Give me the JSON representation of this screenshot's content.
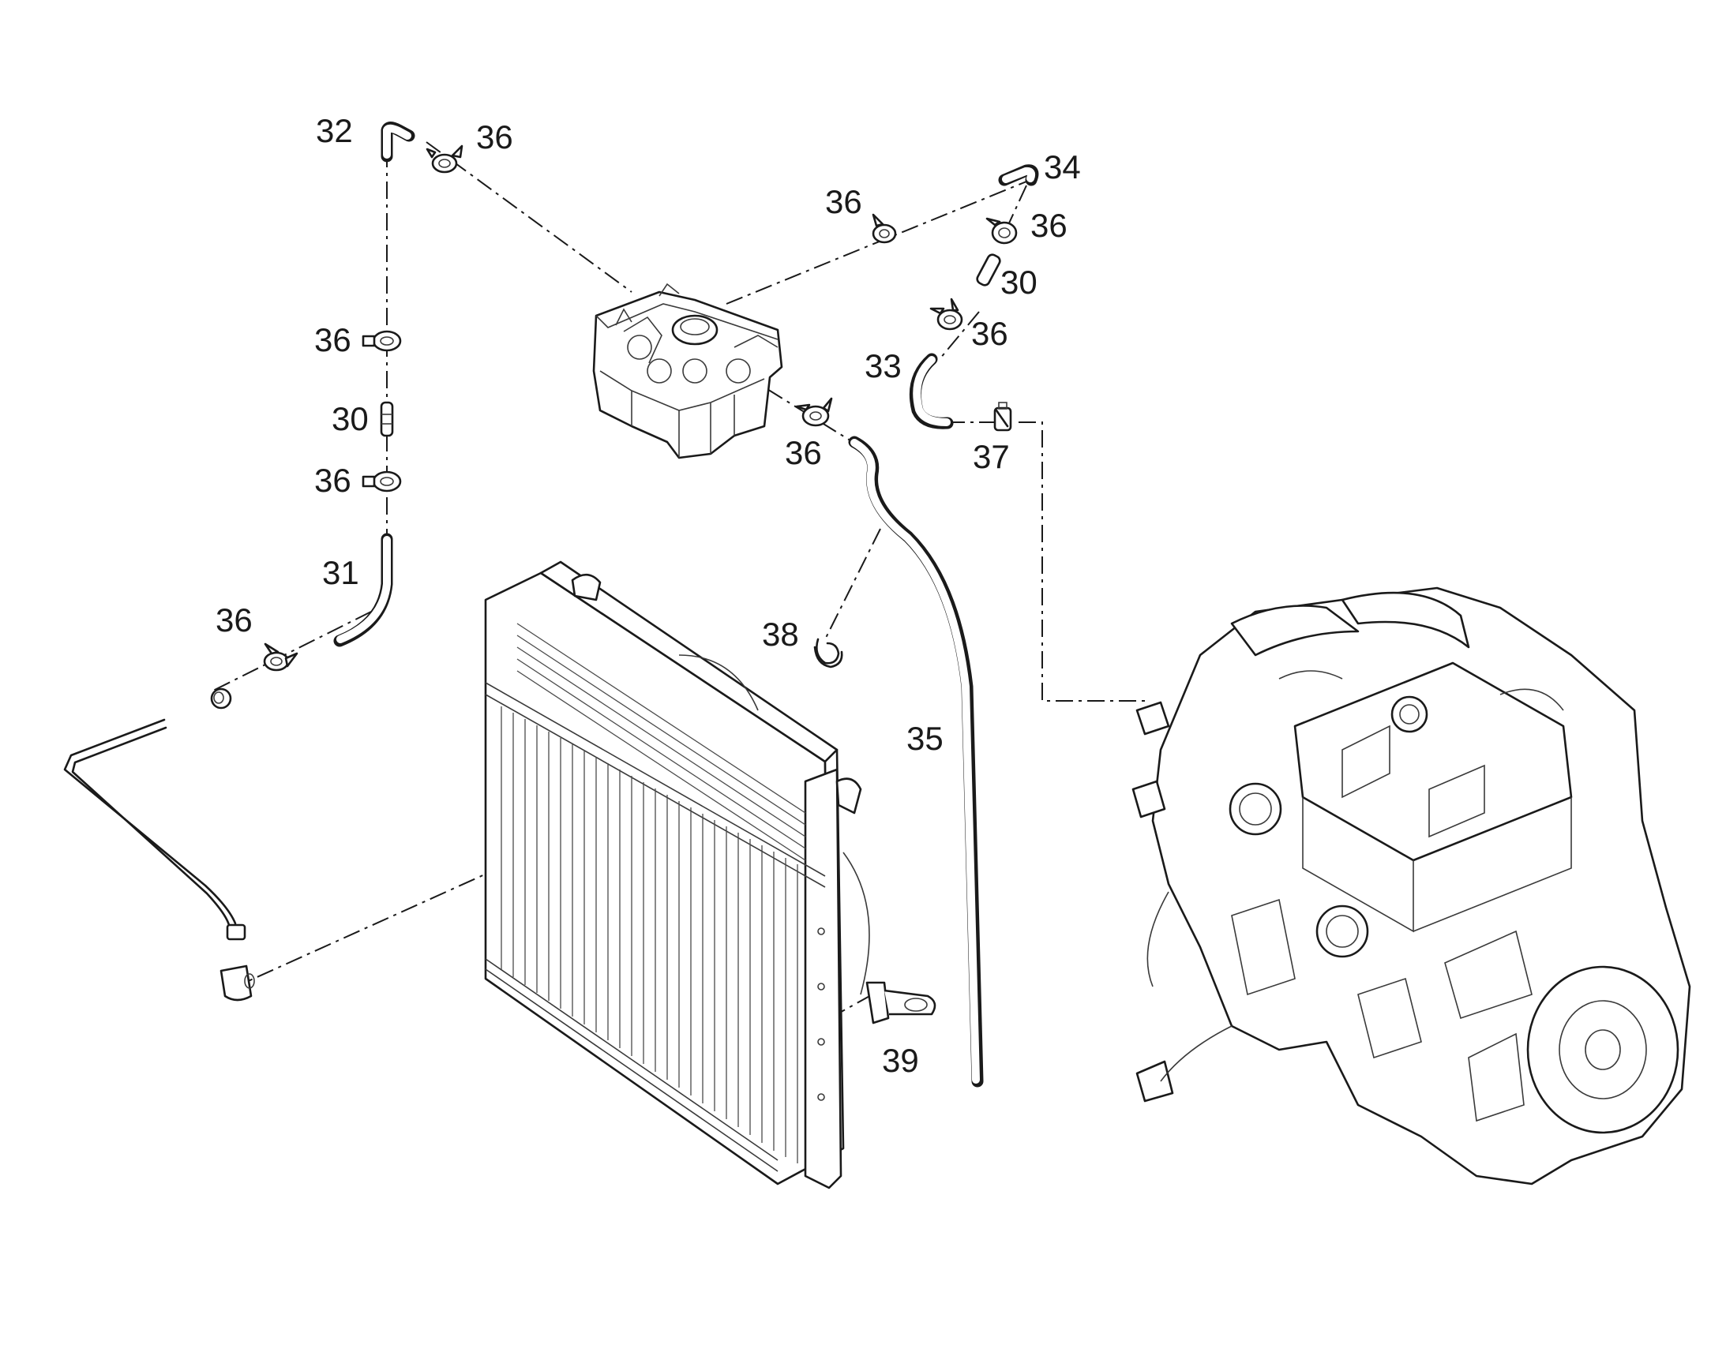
{
  "diagram": {
    "callouts": [
      {
        "id": "c32a",
        "text": "32"
      },
      {
        "id": "c36a",
        "text": "36"
      },
      {
        "id": "c34",
        "text": "34"
      },
      {
        "id": "c36b",
        "text": "36"
      },
      {
        "id": "c36c",
        "text": "36"
      },
      {
        "id": "c30a",
        "text": "30"
      },
      {
        "id": "c36d",
        "text": "36"
      },
      {
        "id": "c33",
        "text": "33"
      },
      {
        "id": "c37",
        "text": "37"
      },
      {
        "id": "c36e",
        "text": "36"
      },
      {
        "id": "c30b",
        "text": "30"
      },
      {
        "id": "c36f",
        "text": "36"
      },
      {
        "id": "c36g",
        "text": "36"
      },
      {
        "id": "c31",
        "text": "31"
      },
      {
        "id": "c36h",
        "text": "36"
      },
      {
        "id": "c38",
        "text": "38"
      },
      {
        "id": "c35",
        "text": "35"
      },
      {
        "id": "c39",
        "text": "39"
      }
    ]
  },
  "colors": {
    "line": "#1a1a1a",
    "background": "#ffffff"
  }
}
